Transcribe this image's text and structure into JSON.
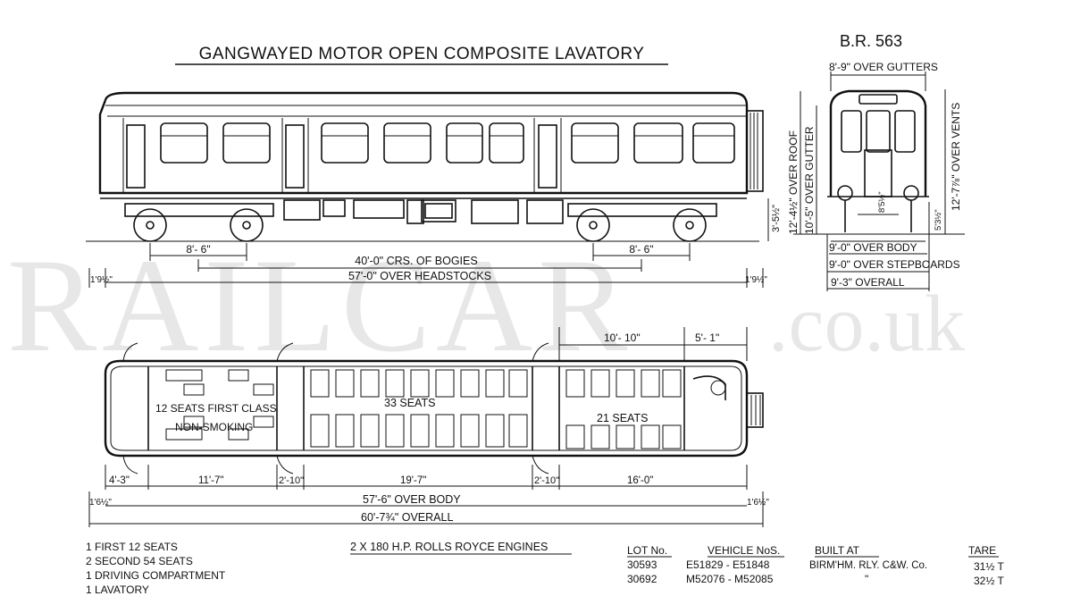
{
  "title": "GANGWAYED MOTOR OPEN COMPOSITE LAVATORY",
  "diagram_ref": "B.R. 563",
  "watermark": {
    "main": "RAILCAR",
    "suffix": ".co.uk"
  },
  "end_view": {
    "over_gutters": "8'-9\" OVER GUTTERS",
    "over_roof": "12'-4½\" OVER ROOF",
    "over_gutter": "10'-5\" OVER GUTTER",
    "over_vents": "12'-7⅞\" OVER VENTS",
    "center_height": "8'5½\"",
    "side_height": "3'-5½\"",
    "small_right": "5'3½\"",
    "over_body": "9'-0\" OVER BODY",
    "over_stepboards": "9'-0\" OVER STEPBOARDS",
    "overall": "9'-3\" OVERALL"
  },
  "side_view": {
    "bogie_wheelbase_left": "8'- 6\"",
    "bogie_wheelbase_right": "8'- 6\"",
    "bogie_centres": "40'-0\" CRS. OF BOGIES",
    "over_headstocks": "57'-0\" OVER HEADSTOCKS",
    "end_overhang_left": "1'9½\"",
    "end_overhang_right": "1'9½\""
  },
  "plan_view": {
    "seats_first": "12 SEATS  FIRST CLASS",
    "non_smoking": "NON-SMOKING",
    "seats_33": "33 SEATS",
    "seats_21": "21 SEATS",
    "dim_10_10": "10'- 10\"",
    "dim_5_1": "5'- 1\"",
    "dim_4_3": "4'-3\"",
    "dim_11_7": "11'-7\"",
    "dim_2_10a": "2'-10\"",
    "dim_19_7": "19'-7\"",
    "dim_2_10b": "2'-10\"",
    "dim_16_0": "16'-0\"",
    "over_body": "57'-6\" OVER BODY",
    "overall": "60'-7¾\" OVERALL",
    "end_left": "1'6½\"",
    "end_right": "1'6½\""
  },
  "accommodation": [
    "1  FIRST  12 SEATS",
    "2  SECOND  54 SEATS",
    "1  DRIVING  COMPARTMENT",
    "1  LAVATORY"
  ],
  "engines": "2 X 180 H.P. ROLLS ROYCE ENGINES",
  "table": {
    "headers": {
      "lot": "LOT No.",
      "vehicle": "VEHICLE NoS.",
      "built": "BUILT AT",
      "tare": "TARE"
    },
    "rows": [
      {
        "lot": "30593",
        "vehicle": "E51829 - E51848",
        "built": "BIRM'HM. RLY. C&W. Co.",
        "tare": "31½ T"
      },
      {
        "lot": "30692",
        "vehicle": "M52076 - M52085",
        "built": "\"",
        "tare": "32½ T"
      }
    ]
  }
}
